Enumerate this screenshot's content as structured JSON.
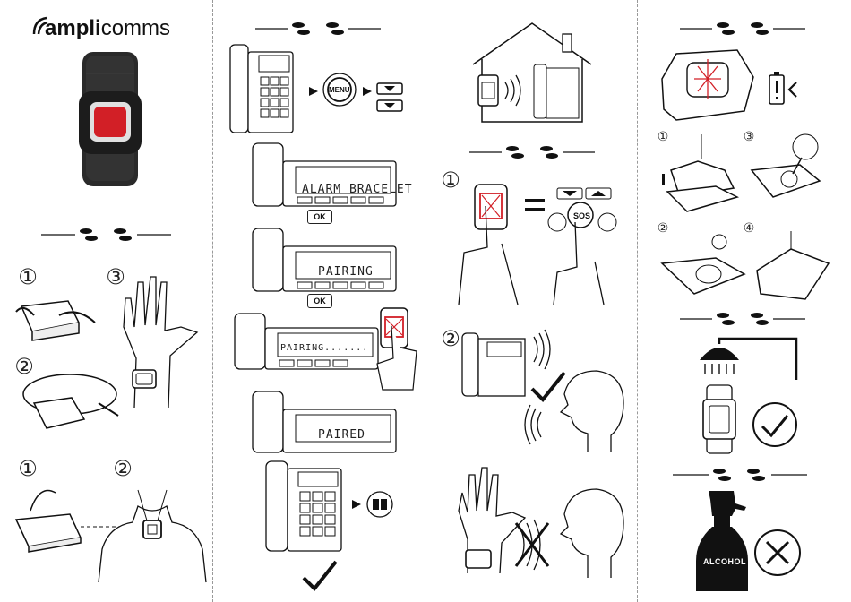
{
  "brand": {
    "prefix": "ampli",
    "suffix": "comms"
  },
  "panel2": {
    "menu_button": "MENU",
    "lcd_alarm": "ALARM BRACELET",
    "ok1": "OK",
    "lcd_pairing": "PAIRING",
    "ok2": "OK",
    "lcd_pairing_progress": "PAIRING.......",
    "lcd_paired": "PAIRED"
  },
  "panel3": {
    "sos_key": "SOS"
  },
  "panel4": {
    "bottle_label": "ALCOHOL"
  },
  "steps": {
    "one": "①",
    "two": "②",
    "three": "③",
    "four": "④"
  }
}
